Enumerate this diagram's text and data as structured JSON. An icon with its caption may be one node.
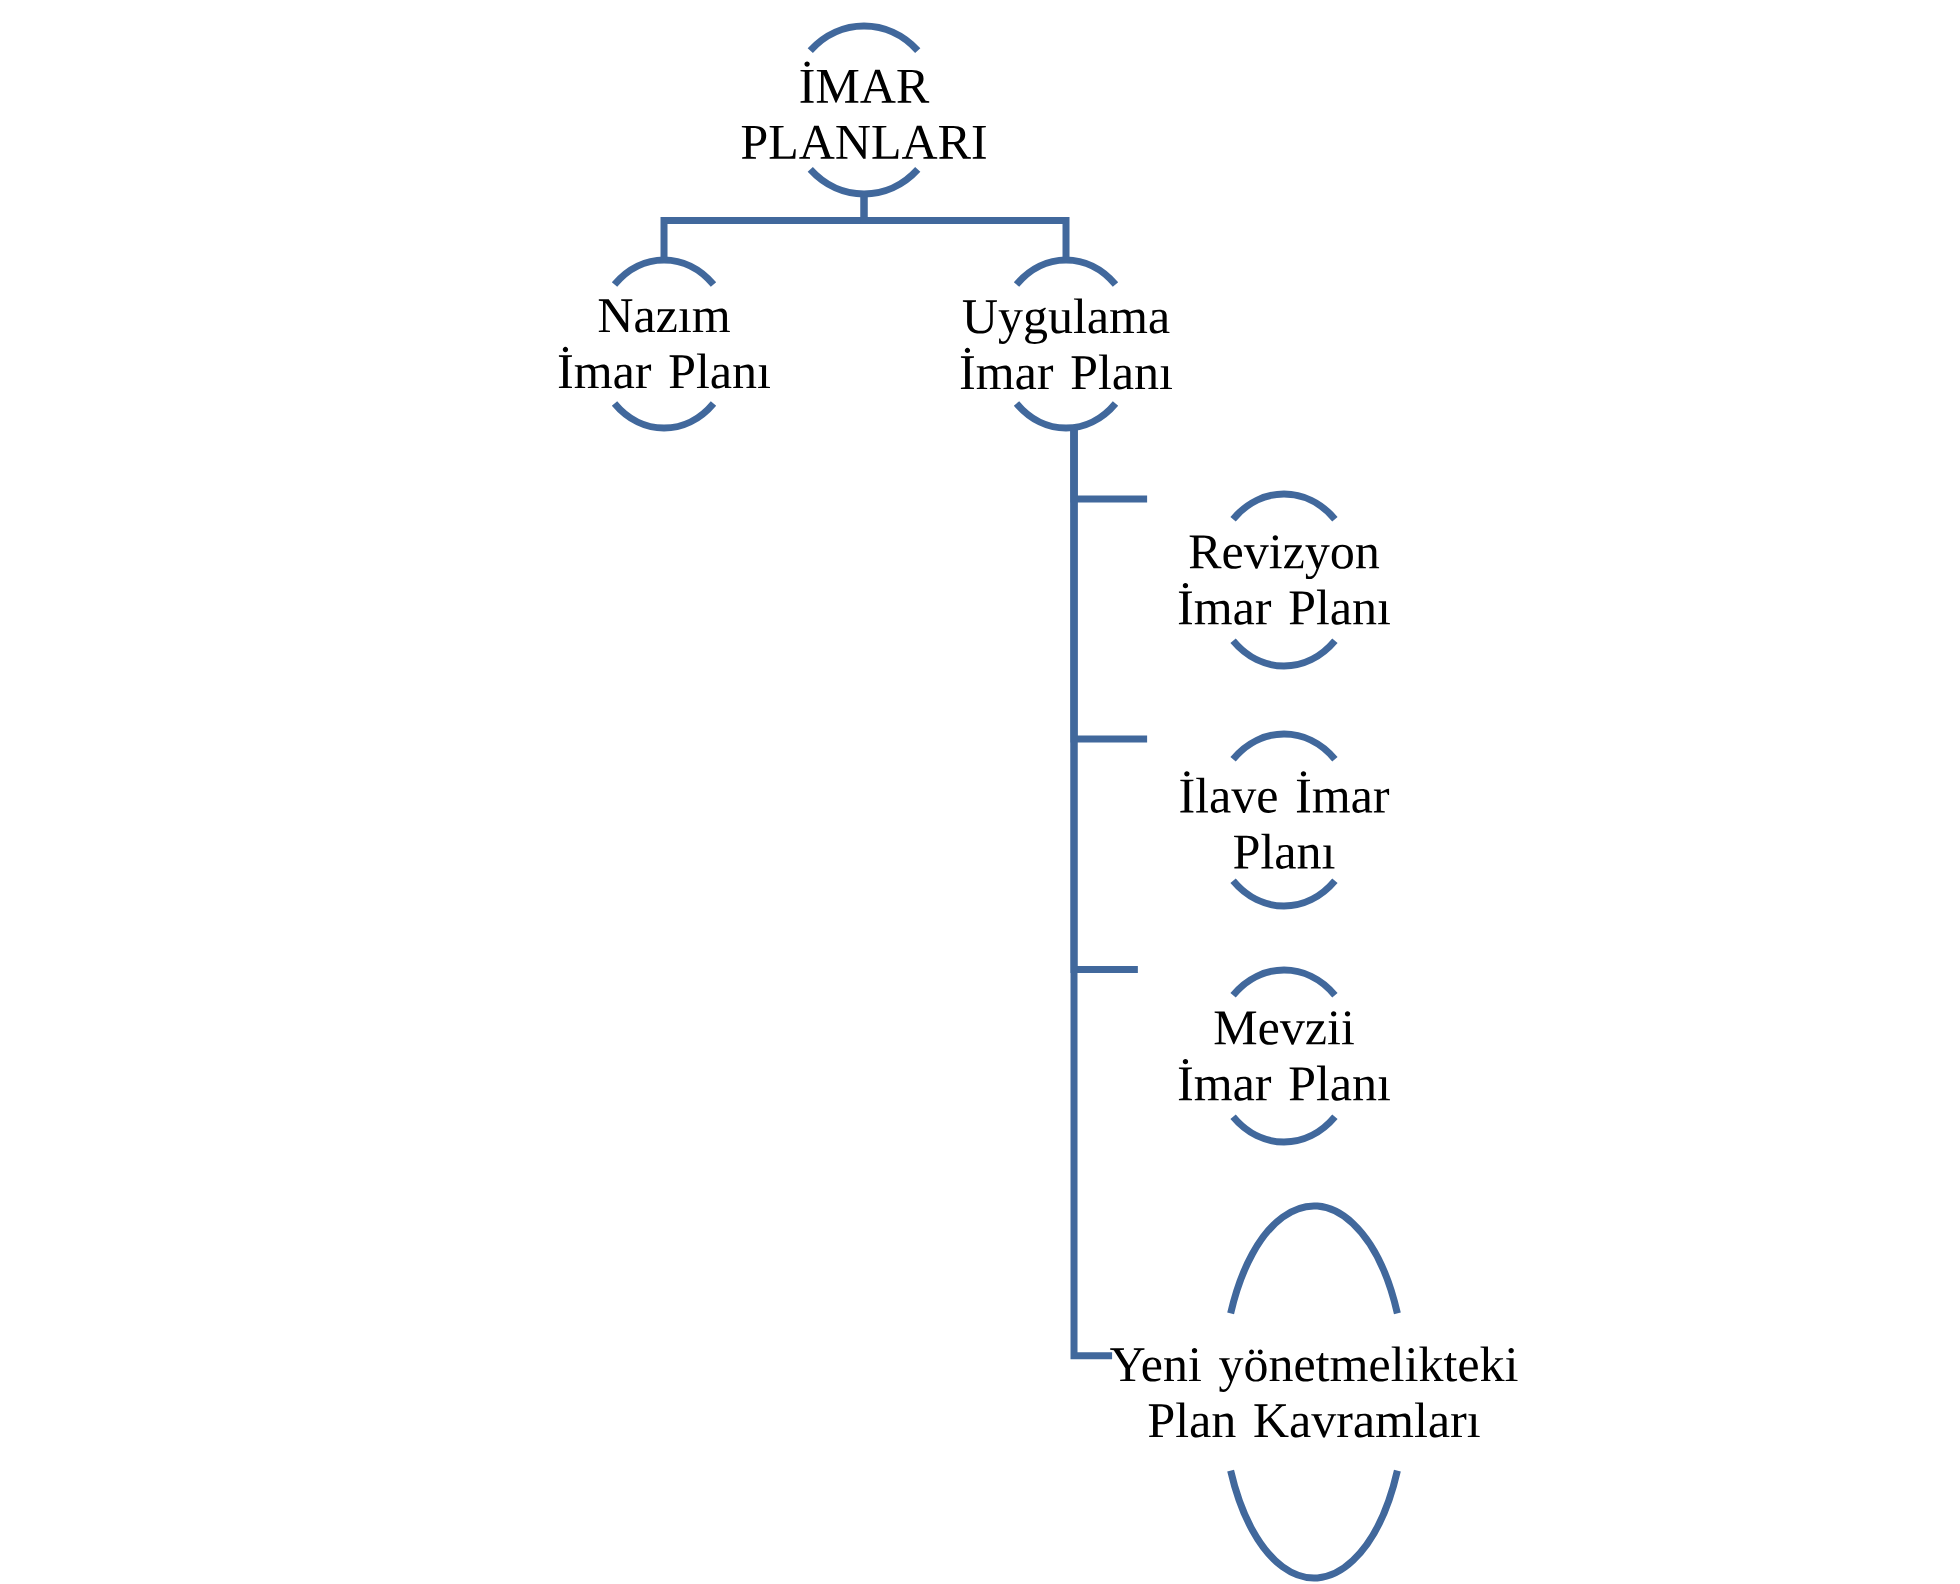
{
  "diagram": {
    "nodes": [
      {
        "text": [
          "İMAR PLANLARI"
        ]
      },
      {
        "text": [
          "Nazım İmar Planı"
        ]
      },
      {
        "text": [
          "Uygulama İmar Planı"
        ]
      },
      {
        "text": [
          "Revizyon İmar Planı"
        ]
      },
      {
        "text": [
          "İlave İmar Planı"
        ]
      },
      {
        "text": [
          "Mevzii İmar Planı"
        ]
      },
      {
        "text": [
          "Yeni yönetmelikteki Plan Kavramları"
        ]
      }
    ],
    "edges": [
      {
        "from": 0,
        "to": 1,
        "arrow": "none"
      },
      {
        "from": 0,
        "to": 2,
        "arrow": "none"
      },
      {
        "from": 2,
        "to": 3,
        "arrow": "none"
      },
      {
        "from": 2,
        "to": 4,
        "arrow": "none"
      },
      {
        "from": 2,
        "to": 5,
        "arrow": "none"
      },
      {
        "from": 2,
        "to": 6,
        "arrow": "none"
      }
    ]
  }
}
